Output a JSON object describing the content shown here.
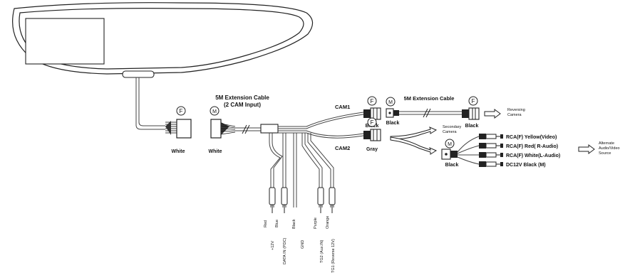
{
  "labels": {
    "ext_cable_main": "5M Extension Cable",
    "ext_cable_main_sub": "(2 CAM Input)",
    "ext_cable_cam1": "5M Extension Cable",
    "cam1": "CAM1",
    "cam2": "CAM2",
    "conn_white_left": "White",
    "conn_white_right": "White",
    "cam1_black_f": "Black",
    "cam1_black_m": "Black",
    "cam1_black_f2": "Black",
    "cam2_gray": "Gray",
    "av_black": "Black",
    "female_mark": "F",
    "male_mark": "M",
    "reversing_camera_1": "Reversing",
    "reversing_camera_2": "Camera",
    "secondary_camera_1": "Secondary",
    "secondary_camera_2": "Camera",
    "alt_source_1": "Alternate",
    "alt_source_2": "Audio/Video",
    "alt_source_3": "Source",
    "rca_yellow": "RCA(F) Yellow(Video)",
    "rca_red": "RCA(F) Red( R-Audio)",
    "rca_white": "RCA(F) White(L-Audio)",
    "dc12v": "DC12V Black (M)"
  },
  "wires": {
    "red": "Red",
    "blue": "Blue",
    "black": "Black",
    "purple": "Purple",
    "orange": "Orange"
  },
  "pins": {
    "p12v": "+12V",
    "data_in": "DATA IN (PDC)",
    "gnd": "GND",
    "tg2": "TG2 (Aux.IN)",
    "tg1": "TG1 (Reverse 12V)"
  }
}
